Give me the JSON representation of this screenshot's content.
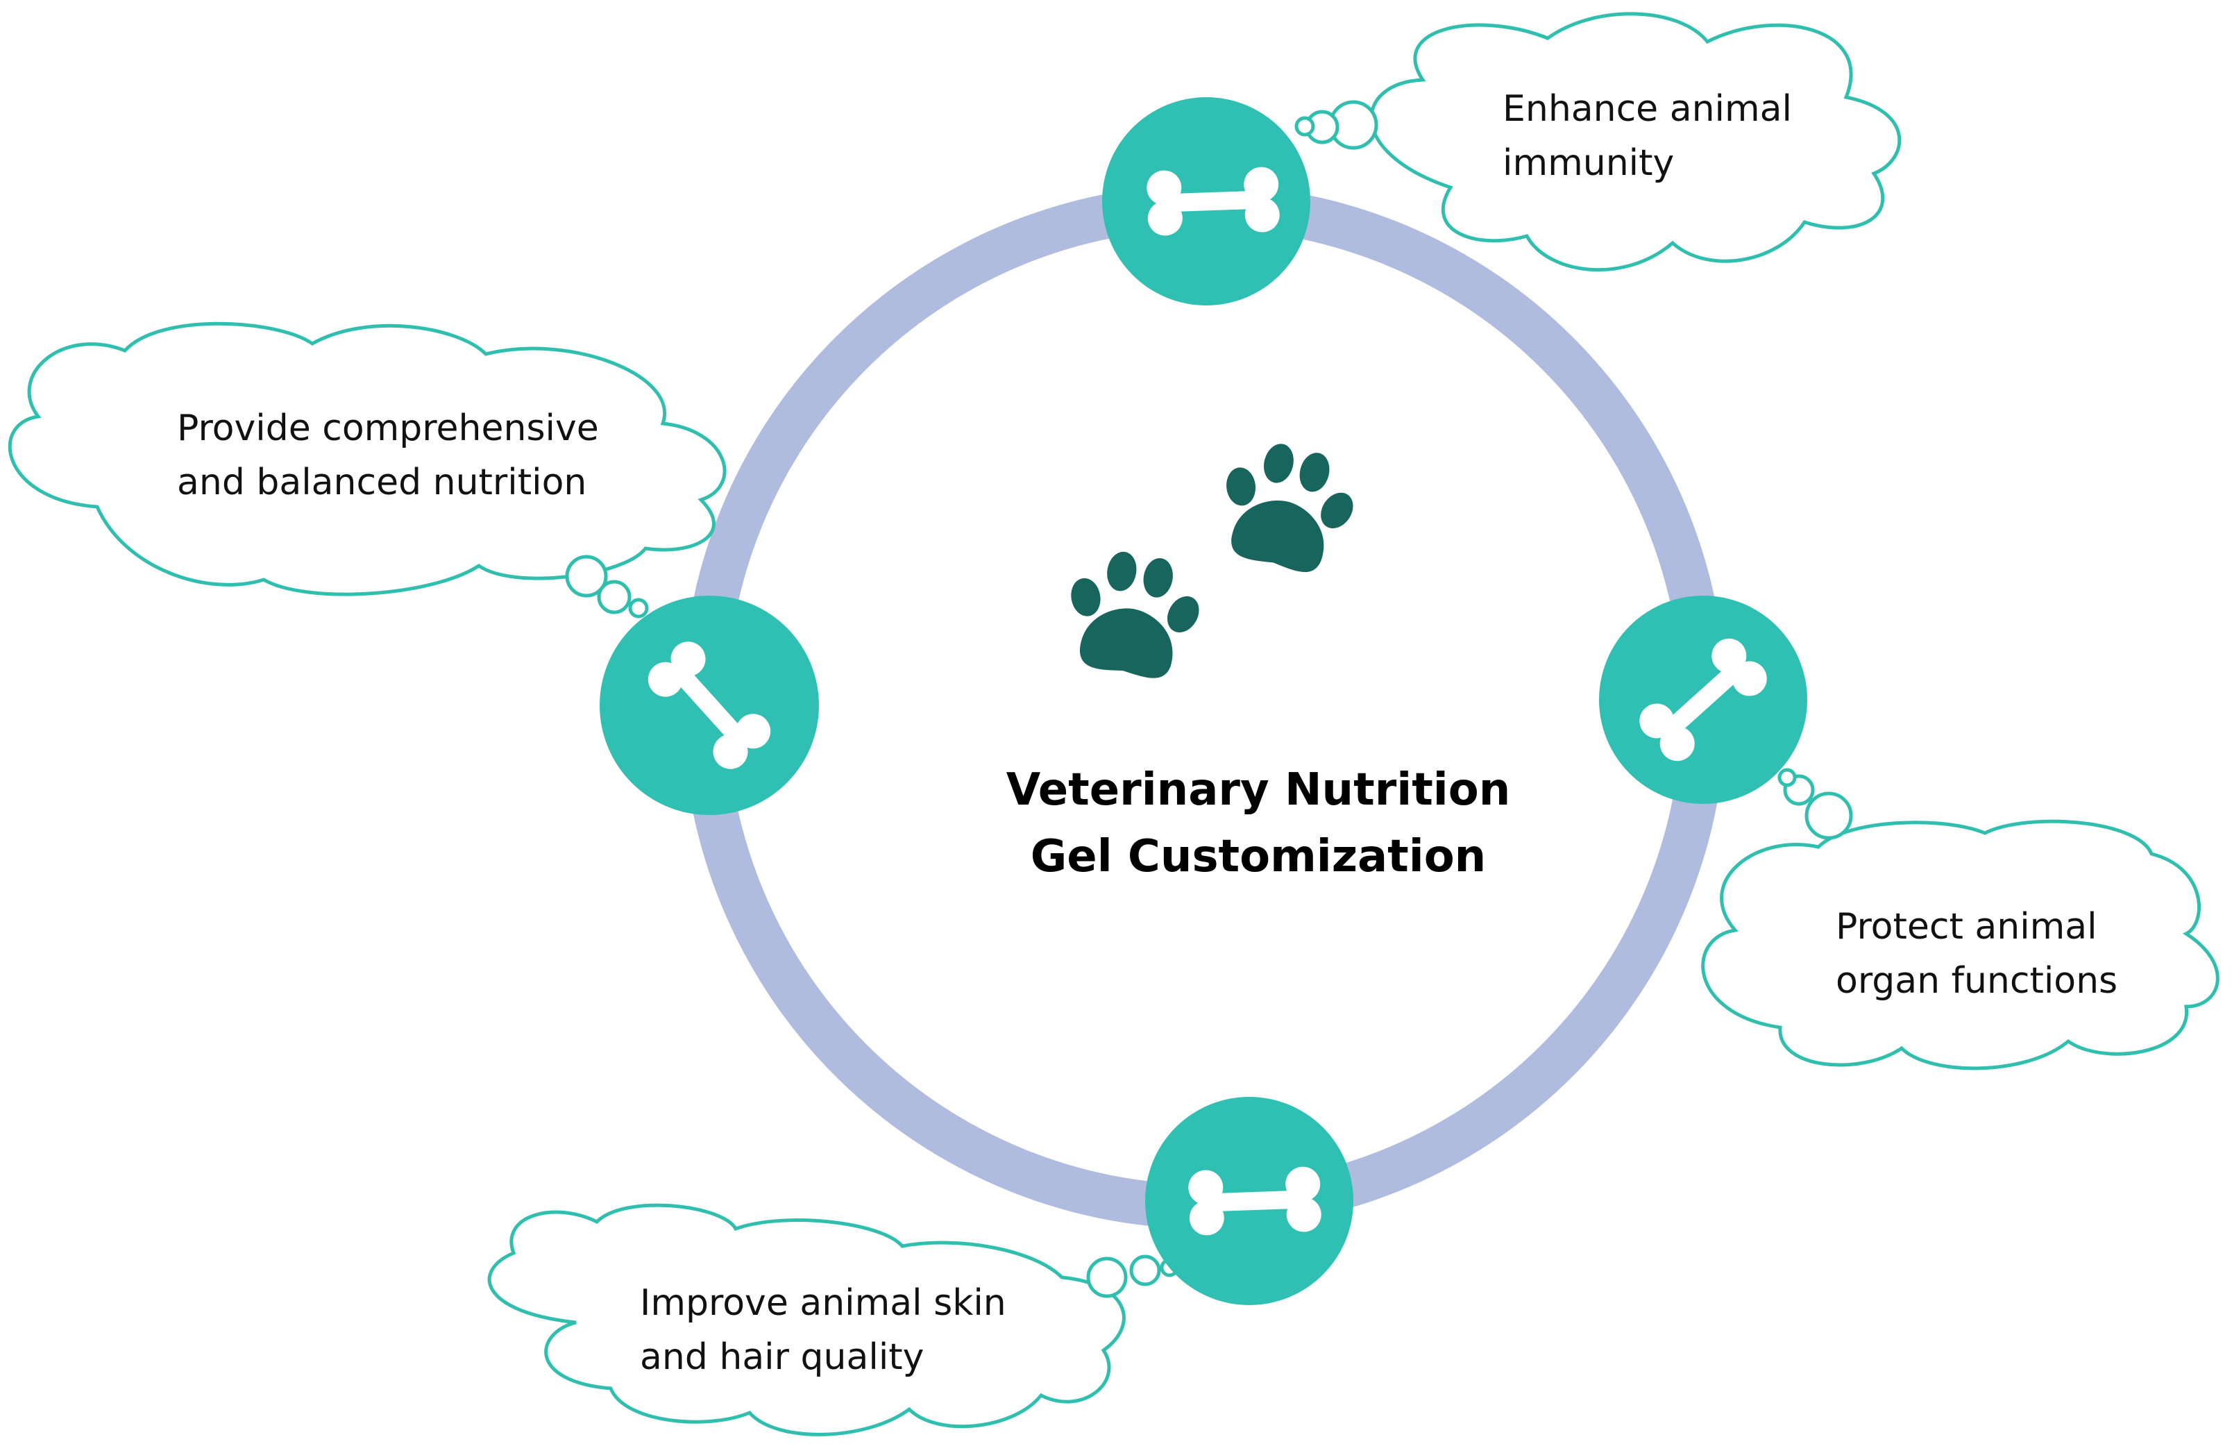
{
  "title": {
    "line1": "Veterinary Nutrition",
    "line2": "Gel Customization"
  },
  "bubbles": {
    "top": {
      "line1": "Enhance animal",
      "line2": "immunity"
    },
    "left": {
      "line1": "Provide comprehensive",
      "line2": "and balanced nutrition"
    },
    "right": {
      "line1": "Protect animal",
      "line2": "organ functions"
    },
    "bottom": {
      "line1": "Improve animal skin",
      "line2": "and hair quality"
    }
  },
  "colors": {
    "ring": "#b0bbe0",
    "node": "#30c0b3",
    "bone": "#ffffff",
    "cloud_stroke": "#30bfae",
    "paw": "#17655d",
    "text": "#111111"
  },
  "icons": {
    "node": "bone-icon",
    "center": "paw-print-icon",
    "callout": "thought-cloud"
  }
}
